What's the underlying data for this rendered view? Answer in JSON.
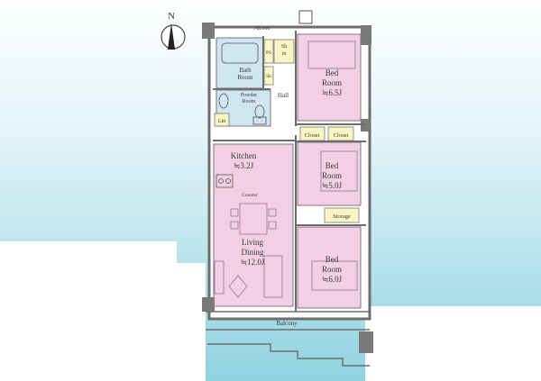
{
  "compass": {
    "north_label": "N"
  },
  "rooms": {
    "alcove": "Alcove",
    "bathroom": [
      "Bath",
      "Room"
    ],
    "powder_room": [
      "Powder",
      "Room"
    ],
    "hall": "Hall",
    "shoe_in": [
      "Sh",
      "in"
    ],
    "shoes": "Sh",
    "linen": "Lin",
    "pipe_space": "PS",
    "bedroom1": {
      "name": [
        "Bed",
        "Room"
      ],
      "size": "≒6.5J"
    },
    "bedroom2": {
      "name": [
        "Bed",
        "Room"
      ],
      "size": "≒5.0J"
    },
    "bedroom3": {
      "name": [
        "Bed",
        "Room"
      ],
      "size": "≒6.0J"
    },
    "closet_left": "Closet",
    "closet_right": "Closet",
    "storage": "Storage",
    "kitchen": {
      "name": "Kitchen",
      "size": "≒3.2J"
    },
    "counter": "Counter",
    "living_dining": {
      "name": [
        "Living",
        "Dining"
      ],
      "size": "≒12.0J"
    },
    "balcony": "Balcony"
  },
  "colors": {
    "sky_top": "#fdfefe",
    "sky_bottom": "#8fd3e0",
    "room_pink": "#f3cfe4",
    "wet_blue": "#cfe6f1",
    "closet_yellow": "#fbf5c4",
    "wall": "#6d6d6d"
  }
}
